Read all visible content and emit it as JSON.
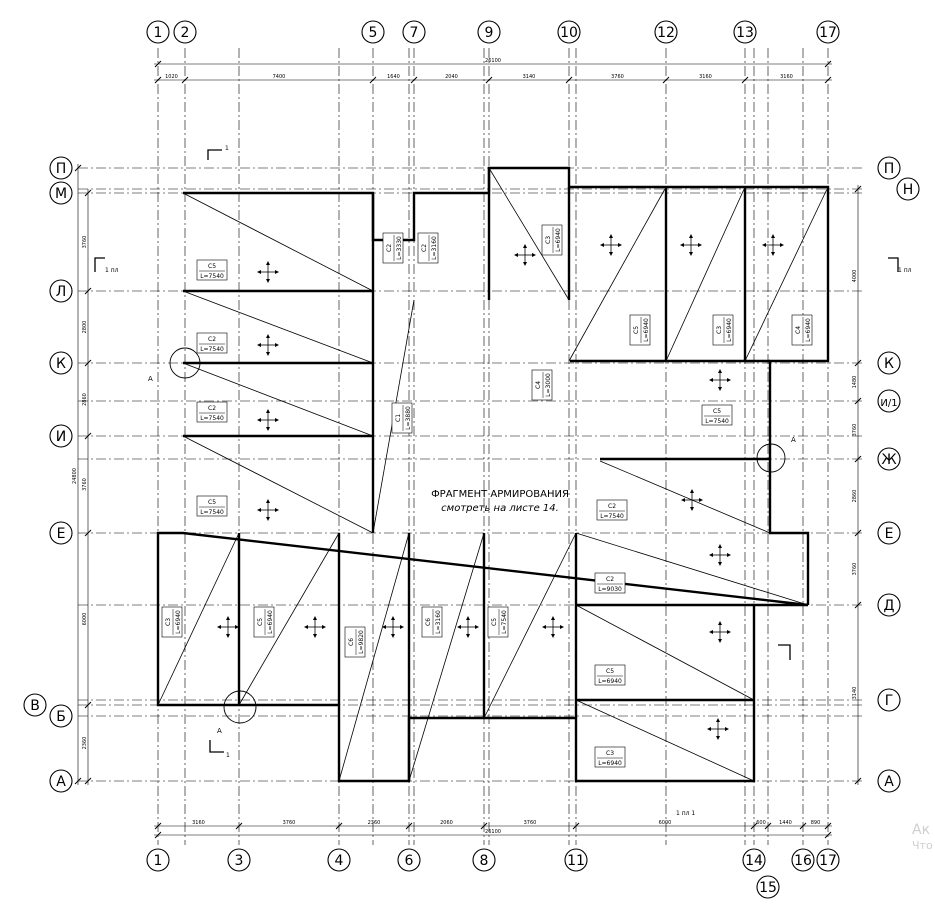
{
  "axes": {
    "top": [
      "1",
      "2",
      "5",
      "7",
      "9",
      "10",
      "12",
      "13",
      "17"
    ],
    "bottom": [
      "1",
      "3",
      "4",
      "6",
      "8",
      "11",
      "14",
      "15",
      "16",
      "17"
    ],
    "left": [
      "П",
      "М",
      "Л",
      "К",
      "И",
      "Е",
      "В",
      "Б",
      "А"
    ],
    "right": [
      "П",
      "Н",
      "К",
      "И/1",
      "Ж",
      "Е",
      "Д",
      "Г",
      "А"
    ]
  },
  "dimensions": {
    "top_total": "26100",
    "top_chain": [
      "1020",
      "7400",
      "1640",
      "2040",
      "3140",
      "3760",
      "3160",
      "3160"
    ],
    "bottom_total": "26100",
    "bottom_chain": [
      "3160",
      "3760",
      "2360",
      "2060",
      "3760",
      "6000",
      "600",
      "1440",
      "890"
    ],
    "left_total": "24800",
    "left_chain": [
      "3760",
      "2800",
      "2860",
      "3760",
      "6000",
      "2360"
    ],
    "right_chain": [
      "4000",
      "1480",
      "3760",
      "2860",
      "3760",
      "3140"
    ]
  },
  "slabs": [
    {
      "id": "C5",
      "length": "L=7540"
    },
    {
      "id": "C2",
      "length": "L=7540"
    },
    {
      "id": "C2",
      "length": "L=7540"
    },
    {
      "id": "C5",
      "length": "L=7540"
    },
    {
      "id": "C2",
      "length": "L=3330"
    },
    {
      "id": "C2",
      "length": "L=3160"
    },
    {
      "id": "C3",
      "length": "L=6940"
    },
    {
      "id": "C1",
      "length": "L=3880"
    },
    {
      "id": "C5",
      "length": "L=6940"
    },
    {
      "id": "C3",
      "length": "L=6940"
    },
    {
      "id": "C4",
      "length": "L=6940"
    },
    {
      "id": "C4",
      "length": "L=3000"
    },
    {
      "id": "C5",
      "length": "L=7540"
    },
    {
      "id": "C2",
      "length": "L=7540"
    },
    {
      "id": "C3",
      "length": "L=6940"
    },
    {
      "id": "C5",
      "length": "L=6940"
    },
    {
      "id": "C6",
      "length": "L=9820"
    },
    {
      "id": "C6",
      "length": "L=3160"
    },
    {
      "id": "C5",
      "length": "L=7540"
    },
    {
      "id": "C2",
      "length": "L=9030"
    },
    {
      "id": "C5",
      "length": "L=6940"
    },
    {
      "id": "C3",
      "length": "L=6940"
    }
  ],
  "note": {
    "line1": "ФРАГМЕНТ АРМИРОВАНИЯ",
    "line2": "смотреть на листе 14."
  },
  "section_marks": [
    "1",
    "1 пл",
    "1 пл",
    "1",
    "1 пл 1"
  ],
  "node_marks": [
    "А",
    "А",
    "А"
  ],
  "watermark": {
    "line1": "Ак",
    "line2": "Что"
  }
}
